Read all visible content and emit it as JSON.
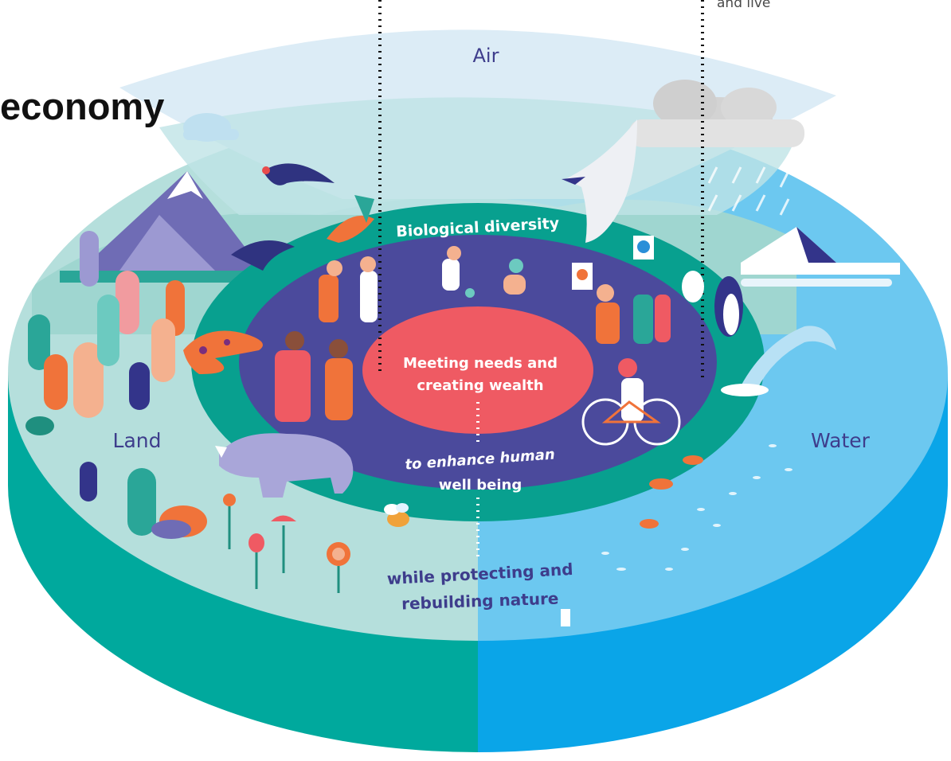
{
  "title": "economy",
  "corner_note": "and live",
  "zones": {
    "air": "Air",
    "land": "Land",
    "water": "Water"
  },
  "rings": {
    "biodiversity": "Biological diversity",
    "center_line1": "Meeting needs and",
    "center_line2": "creating wealth",
    "enhance_line1": "to enhance human",
    "enhance_line2": "well being",
    "protect_line1": "while protecting and",
    "protect_line2": "rebuilding nature"
  },
  "colors": {
    "land_side": "#00a99d",
    "water_side": "#0aa5e8",
    "land_top": "#b5dfdc",
    "water_top": "#6cc8f0",
    "air": "#dcecf6",
    "teal_ring": "#08a08f",
    "purple_ring": "#4b4a9c",
    "center": "#ef5a63",
    "label_text": "#3e3d8c"
  },
  "icons": [
    "mountain-icon",
    "tree-icon",
    "bird-icon",
    "albatross-icon",
    "penguin-icon",
    "dolphin-icon",
    "iceberg-icon",
    "rhino-icon",
    "salamander-icon",
    "fish-icon",
    "bee-icon",
    "flower-icon",
    "person-icon",
    "bicycle-icon",
    "cloud-icon",
    "rain-icon"
  ]
}
